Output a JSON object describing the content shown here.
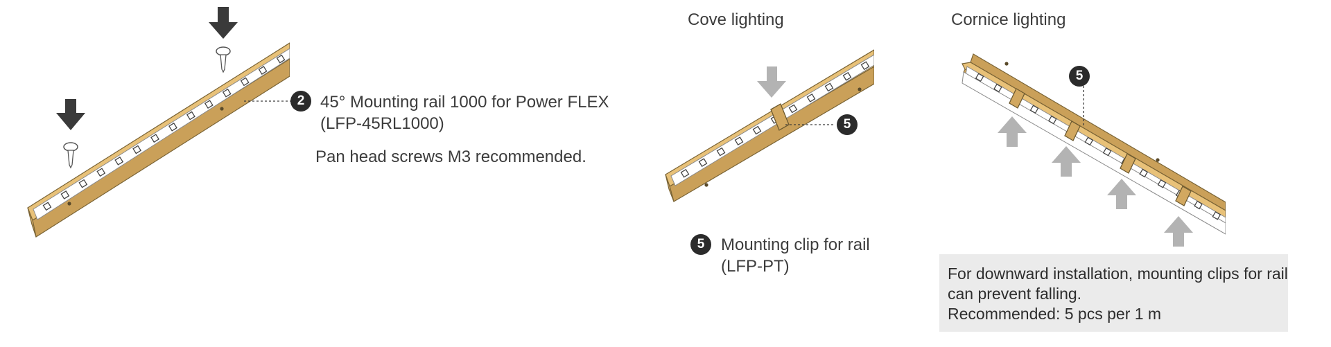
{
  "left_panel": {
    "callout_number": "2",
    "rail_label_line1": "45° Mounting rail 1000 for Power FLEX",
    "rail_label_line2": "(LFP-45RL1000)",
    "screw_note": "Pan head screws M3 recommended."
  },
  "cove_panel": {
    "title": "Cove lighting",
    "callout_number": "5",
    "clip_legend_number": "5",
    "clip_label_line1": "Mounting clip for rail",
    "clip_label_line2": "(LFP-PT)"
  },
  "cornice_panel": {
    "title": "Cornice lighting",
    "callout_number": "5",
    "note_line1": "For downward installation, mounting clips for rail",
    "note_line2": "can prevent falling.",
    "note_line3": "Recommended: 5 pcs per 1 m"
  },
  "colors": {
    "rail": "#e8c178",
    "rail_dark": "#caa059",
    "strip": "#ffffff",
    "arrow_dark": "#3a3a3a",
    "arrow_light": "#b3b3b3",
    "badge": "#2b2b2b",
    "note_bg": "#ebebeb"
  }
}
